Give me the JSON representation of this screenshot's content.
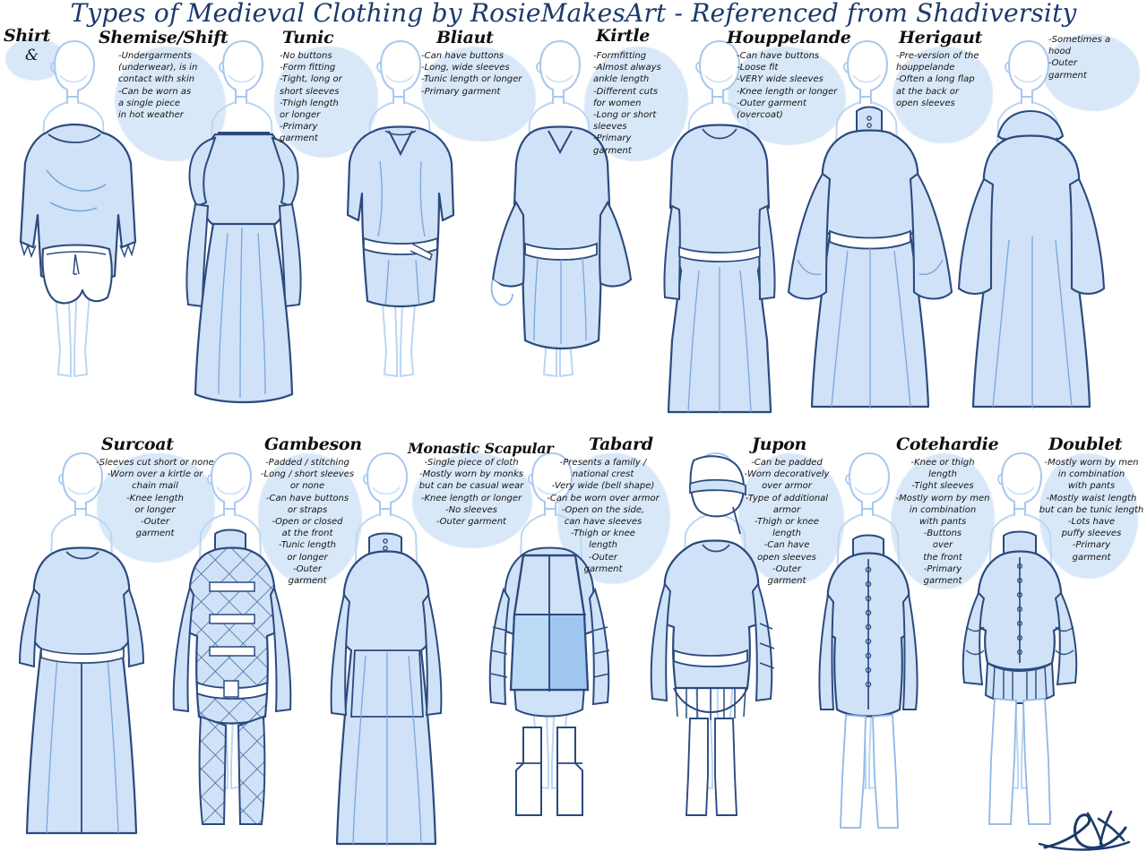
{
  "title": "Types of Medieval Clothing by RosieMakesArt - Referenced from Shadiversity",
  "colors": {
    "title_ink": "#1b3a6b",
    "blob": "#d9e8f8",
    "garment_fill": "#cfe2f7",
    "garment_fill_dark": "#9fc6ef",
    "outline_dark": "#2b4a7e",
    "outline_light": "#8fb8e8",
    "body_line": "#a9c9ee",
    "text": "#141414"
  },
  "row1": [
    {
      "label": "Shirt",
      "label2": "&",
      "notes": ""
    },
    {
      "label": "Shemise/Shift",
      "notes": "-Undergarments\n(underwear), is in\ncontact with skin\n-Can be worn as\na single piece\nin hot weather"
    },
    {
      "label": "Tunic",
      "notes": "-No buttons\n-Form fitting\n-Tight, long or\nshort sleeves\n-Thigh length\nor longer\n-Primary\n  garment"
    },
    {
      "label": "Bliaut",
      "notes": "-Can have buttons\n-Long, wide sleeves\n-Tunic length or longer\n-Primary garment"
    },
    {
      "label": "Kirtle",
      "notes": "-Formfitting\n-Almost always\nankle length\n-Different cuts\nfor women\n-Long or short\n  sleeves\n-Primary\n  garment"
    },
    {
      "label": "Houppelande",
      "notes": "-Can have buttons\n-Loose fit\n-VERY wide sleeves\n-Knee length or longer\n-Outer garment\n   (overcoat)"
    },
    {
      "label": "Herigaut",
      "notes": "-Pre-version of the\nhouppelande\n-Often a long flap\nat the back or\n   open sleeves"
    },
    {
      "label": "",
      "notes": "-Sometimes a\nhood\n-Outer\ngarment"
    }
  ],
  "row2": [
    {
      "label": "Surcoat",
      "notes": "-Sleeves cut short or none\n-Worn over a kirtle or\n   chain mail\n-Knee length\nor longer\n-Outer\n garment"
    },
    {
      "label": "Gambeson",
      "notes": "-Padded / stitching\n-Long / short sleeves\nor none\n-Can have buttons\nor straps\n-Open or closed\nat the front\n-Tunic length\nor longer\n-Outer\ngarment"
    },
    {
      "label": "Monastic Scapular",
      "notes": "-Single piece of cloth\n-Mostly worn by monks\nbut can be casual wear\n-Knee length or longer\n-No sleeves\n-Outer garment"
    },
    {
      "label": "Tabard",
      "notes": "-Presents a family /\nnational crest\n-Very wide (bell shape)\n-Can be worn over armor\n-Open on the side,\ncan have sleeves\n-Thigh or knee\n length\n-Outer\n garment"
    },
    {
      "label": "Jupon",
      "notes": "-Can be padded\n-Worn decoratively\nover armor\n-Type of additional\n armor\n-Thigh or knee\n length\n-Can have\nopen sleeves\n-Outer\n garment"
    },
    {
      "label": "Cotehardie",
      "notes": "-Knee or thigh\n length\n-Tight sleeves\n-Mostly worn by men\n in combination\n  with pants\n-Buttons\n over\n the front\n-Primary\n garment"
    },
    {
      "label": "Doublet",
      "notes": "-Mostly worn by men\nin combination\nwith pants\n-Mostly waist length\nbut can be tunic length\n-Lots have\npuffy sleeves\n-Primary\ngarment"
    }
  ],
  "signature": {
    "name": "artist-signature",
    "alt": "RosieMakesArt signature"
  }
}
